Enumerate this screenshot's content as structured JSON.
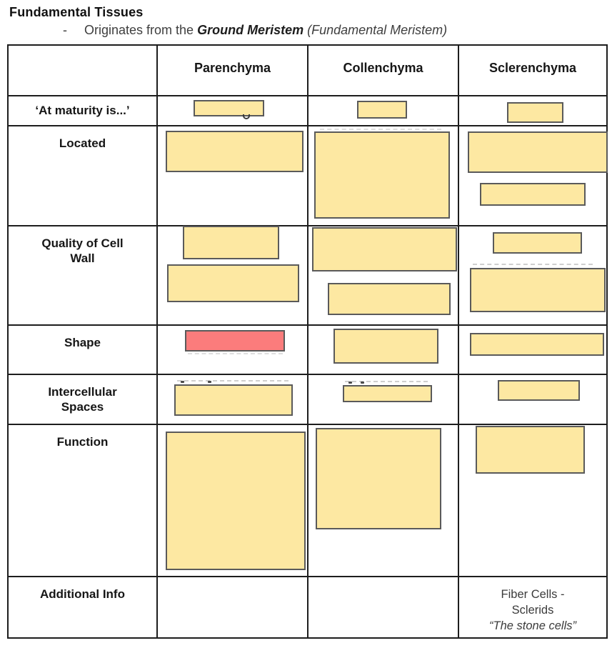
{
  "title": "Fundamental Tissues",
  "subtitle": {
    "bullet": "-",
    "prefix": "Originates from the",
    "bold_italic": "Ground Meristem",
    "paren_italic": "(Fundamental Meristem)"
  },
  "table": {
    "columns": [
      "",
      "Parenchyma",
      "Collenchyma",
      "Sclerenchyma"
    ],
    "rows": [
      {
        "label": "‘At maturity is...’"
      },
      {
        "label": "Located"
      },
      {
        "label": "Quality of Cell Wall"
      },
      {
        "label": "Shape"
      },
      {
        "label": "Intercellular Spaces"
      },
      {
        "label": "Function"
      },
      {
        "label": "Additional Info"
      }
    ],
    "additional_info": {
      "sclerenchyma": {
        "line1": "Fiber Cells -",
        "line2": "Sclerids",
        "line3": "“The stone cells”"
      }
    }
  },
  "colors": {
    "cover_yellow": "#FDE8A2",
    "cover_red": "#FB7C7C",
    "cover_border": "#5A5A5A",
    "table_border": "#1D1D1D"
  }
}
